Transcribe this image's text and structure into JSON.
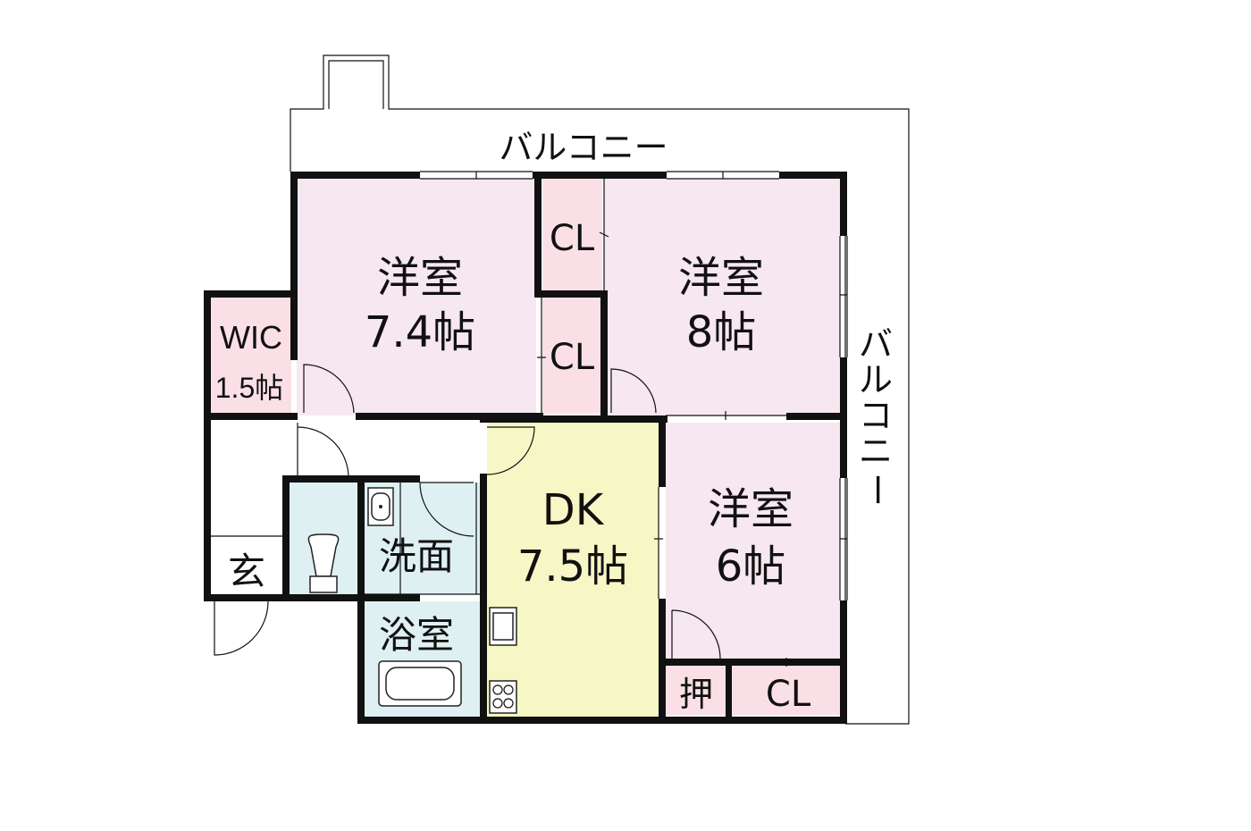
{
  "balconies": {
    "top": "バルコニー",
    "right": [
      "バ",
      "ル",
      "コ",
      "ニ",
      "ー"
    ]
  },
  "rooms": {
    "western_a": {
      "name": "洋室",
      "size": "7.4帖"
    },
    "western_b": {
      "name": "洋室",
      "size": "8帖"
    },
    "western_c": {
      "name": "洋室",
      "size": "6帖"
    },
    "wic": {
      "name": "WIC",
      "size": "1.5帖"
    },
    "dk": {
      "name": "DK",
      "size": "7.5帖"
    },
    "closet_1": "CL",
    "closet_2": "CL",
    "closet_3": "CL",
    "oshiire": "押",
    "entrance": "玄",
    "washroom": "洗面",
    "bathroom": "浴室"
  },
  "colors": {
    "western_room": "#f6e7f0",
    "closet": "#fae0e6",
    "dk": "#f7f7c6",
    "wet_area": "#dff0f3",
    "wall": "#111111"
  }
}
